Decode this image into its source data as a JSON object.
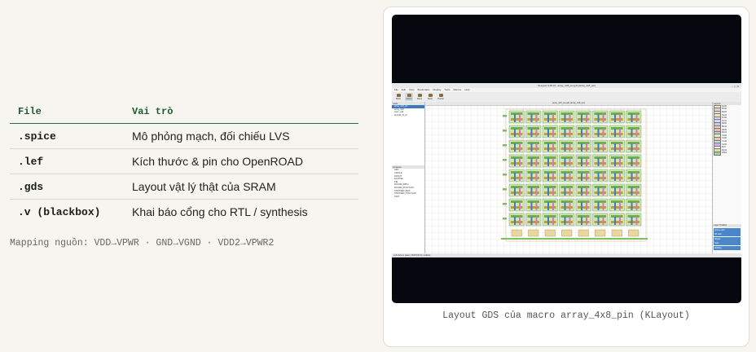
{
  "table": {
    "headers": {
      "file": "File",
      "role": "Vai trò"
    },
    "rows": [
      {
        "file": ".spice",
        "role": "Mô phỏng mạch, đối chiếu LVS"
      },
      {
        "file": ".lef",
        "role": "Kích thước & pin cho OpenROAD"
      },
      {
        "file": ".gds",
        "role": "Layout vật lý thật của SRAM"
      },
      {
        "file": ".v (blackbox)",
        "role": "Khai báo cổng cho RTL / synthesis"
      }
    ]
  },
  "mapping": "Mapping nguồn: VDD→VPWR · GND→VGND · VDD2→VPWR2",
  "figure": {
    "caption": "Layout GDS của macro array_4x8_pin (KLayout)",
    "klayout": {
      "window_title": "KLayout 0.28.16 - array_4x8_pin.gds [array_4x8_pin]",
      "menu": [
        "File",
        "Edit",
        "View",
        "Bookmarks",
        "Display",
        "Tools",
        "Macros",
        "Help"
      ],
      "tools": [
        {
          "label": "Back",
          "active": false
        },
        {
          "label": "Select",
          "active": true
        },
        {
          "label": "Move",
          "active": false
        },
        {
          "label": "Ruler",
          "active": false
        },
        {
          "label": "Partial",
          "active": false
        }
      ],
      "cells_header": "Cells",
      "cell_tree": [
        "array_4x8_pin",
        "array_4x8",
        "sram_cell",
        "sky130_fd_sc"
      ],
      "libraries_header": "Libraries",
      "libraries": [
        "ARC",
        "CIRCLE",
        "DONUT",
        "ELLIPSE",
        "PIE",
        "ROUND_PATH",
        "ROUND_POLYGON",
        "STROKED_BOX",
        "STROKED_POLYGON",
        "TEXT"
      ],
      "canvas_tab": "array_4x8_pin.gds [array_4x8_pin]",
      "layers_header": "Layers",
      "layers": [
        {
          "name": "64/20",
          "color": "#f3f0b0"
        },
        {
          "name": "65/20",
          "color": "#f0c7e0"
        },
        {
          "name": "66/20",
          "color": "#c9f0c9"
        },
        {
          "name": "66/44",
          "color": "#f0e3b0"
        },
        {
          "name": "67/20",
          "color": "#c9e4f5"
        },
        {
          "name": "67/44",
          "color": "#e9c9f5"
        },
        {
          "name": "68/20",
          "color": "#b5d0f0"
        },
        {
          "name": "68/44",
          "color": "#f5d7b0"
        },
        {
          "name": "69/20",
          "color": "#f0b5b5"
        },
        {
          "name": "69/44",
          "color": "#c4c4f0"
        },
        {
          "name": "70/20",
          "color": "#e0f0b0"
        },
        {
          "name": "71/20",
          "color": "#f5c4a4"
        },
        {
          "name": "71/44",
          "color": "#b0e8e0"
        },
        {
          "name": "72/20",
          "color": "#d8b0f0"
        },
        {
          "name": "81/4",
          "color": "#f0f0f0"
        },
        {
          "name": "83/44",
          "color": "#eed9a0"
        },
        {
          "name": "235/4",
          "color": "#a0d0a0"
        }
      ],
      "layer_toolbox_header": "Layer Toolbox",
      "layer_toolbox": [
        "Frame color",
        "Fill color",
        "Stipple",
        "Style",
        "Visibility"
      ],
      "status": "Left click to select, Shift/Ctrl for multiple"
    }
  }
}
